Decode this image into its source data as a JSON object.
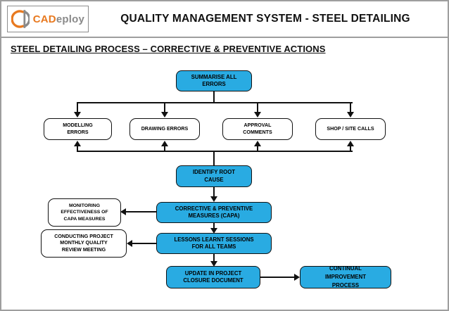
{
  "header": {
    "logo": {
      "icon": "cadeploy-cd-mark",
      "brand_orange": "CAD",
      "brand_gray": "eploy"
    },
    "title": "QUALITY MANAGEMENT SYSTEM - STEEL DETAILING"
  },
  "subtitle": "STEEL DETAILING PROCESS – CORRECTIVE & PREVENTIVE ACTIONS",
  "colors": {
    "node_blue": "#29ABE2",
    "brand_orange": "#E8791F",
    "brand_gray": "#8A8A8A",
    "line": "#111111",
    "frame_gray": "#9E9E9E"
  },
  "flowchart": {
    "nodes": {
      "summarise": "SUMMARISE ALL\nERRORS",
      "modelling": "MODELLING\nERRORS",
      "drawing": "DRAWING ERRORS",
      "approval": "APPROVAL\nCOMMENTS",
      "shop": "SHOP / SITE CALLS",
      "identify": "IDENTIFY ROOT\nCAUSE",
      "capa": "CORRECTIVE & PREVENTIVE\nMEASURES (CAPA)",
      "monitoring": "MONITORING\nEFFECTIVENESS OF\nCAPA MEASURES",
      "lessons": "LESSONS LEARNT SESSIONS\nFOR ALL TEAMS",
      "conducting": "CONDUCTING PROJECT\nMONTHLY QUALITY\nREVIEW MEETING",
      "update": "UPDATE IN PROJECT\nCLOSURE DOCUMENT",
      "continual": "CONTINUAL\nIMPROVEMENT\nPROCESS"
    }
  }
}
